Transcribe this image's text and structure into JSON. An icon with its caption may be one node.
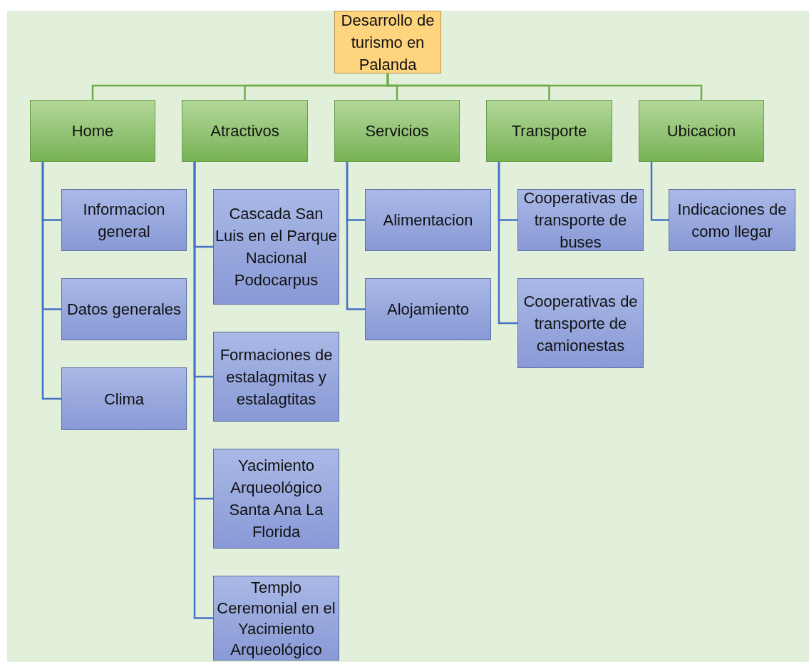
{
  "diagram": {
    "nodes": [
      {
        "text": [
          "Desarrollo de turismo en Palanda"
        ]
      },
      {
        "text": [
          "Home"
        ]
      },
      {
        "text": [
          "Atractivos"
        ]
      },
      {
        "text": [
          "Servicios"
        ]
      },
      {
        "text": [
          "Transporte"
        ]
      },
      {
        "text": [
          "Ubicacion"
        ]
      },
      {
        "text": [
          "Informacion general"
        ]
      },
      {
        "text": [
          "Datos generales"
        ]
      },
      {
        "text": [
          "Clima"
        ]
      },
      {
        "text": [
          "Cascada San Luis en el Parque Nacional Podocarpus"
        ]
      },
      {
        "text": [
          "Formaciones de estalagmitas y estalagtitas"
        ]
      },
      {
        "text": [
          "Yacimiento Arqueológico Santa Ana La Florida"
        ]
      },
      {
        "text": [
          "Templo Ceremonial en el Yacimiento Arqueológico"
        ]
      },
      {
        "text": [
          "Alimentacion"
        ]
      },
      {
        "text": [
          "Alojamiento"
        ]
      },
      {
        "text": [
          "Cooperativas de transporte de buses"
        ]
      },
      {
        "text": [
          "Cooperativas de transporte de camionestas"
        ]
      },
      {
        "text": [
          "Indicaciones de como llegar"
        ]
      }
    ],
    "edges": [
      {
        "from": 0,
        "to": 1,
        "arrow": "none",
        "color": "#70ad47"
      },
      {
        "from": 0,
        "to": 2,
        "arrow": "none",
        "color": "#70ad47"
      },
      {
        "from": 0,
        "to": 3,
        "arrow": "none",
        "color": "#70ad47"
      },
      {
        "from": 0,
        "to": 4,
        "arrow": "none",
        "color": "#70ad47"
      },
      {
        "from": 0,
        "to": 5,
        "arrow": "none",
        "color": "#70ad47"
      },
      {
        "from": 1,
        "to": 6,
        "arrow": "none"
      },
      {
        "from": 1,
        "to": 7,
        "arrow": "none"
      },
      {
        "from": 1,
        "to": 8,
        "arrow": "none"
      },
      {
        "from": 2,
        "to": 9,
        "arrow": "none"
      },
      {
        "from": 2,
        "to": 10,
        "arrow": "none"
      },
      {
        "from": 2,
        "to": 11,
        "arrow": "none"
      },
      {
        "from": 2,
        "to": 12,
        "arrow": "none"
      },
      {
        "from": 3,
        "to": 13,
        "arrow": "none"
      },
      {
        "from": 3,
        "to": 14,
        "arrow": "none"
      },
      {
        "from": 4,
        "to": 15,
        "arrow": "none"
      },
      {
        "from": 4,
        "to": 16,
        "arrow": "none"
      },
      {
        "from": 5,
        "to": 17,
        "arrow": "none"
      }
    ]
  }
}
